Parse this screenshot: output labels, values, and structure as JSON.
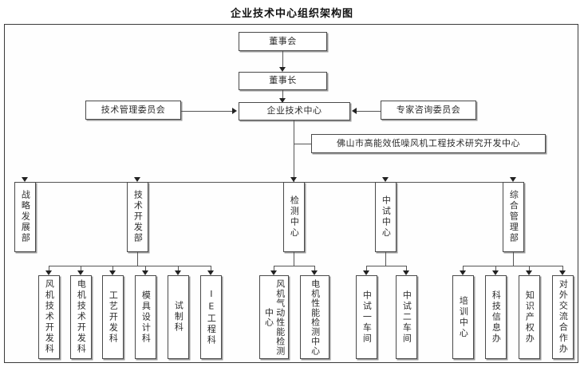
{
  "title": "企业技术中心组织架构图",
  "nodes": {
    "board": "董事会",
    "chairman": "董事长",
    "center": "企业技术中心",
    "tech_committee": "技术管理委员会",
    "expert_committee": "专家咨询委员会",
    "research_center": "佛山市高能效低噪风机工程技术研究开发中心"
  },
  "departments": [
    {
      "id": "strategy",
      "label": "战略发展部"
    },
    {
      "id": "tech-dev",
      "label": "技术开发部"
    },
    {
      "id": "testing",
      "label": "检测中心"
    },
    {
      "id": "pilot",
      "label": "中试中心"
    },
    {
      "id": "admin",
      "label": "综合管理部"
    }
  ],
  "sections": {
    "tech_dev_children": [
      {
        "id": "fan-tech-dev",
        "label": "风机技术开发科"
      },
      {
        "id": "motor-tech-dev",
        "label": "电机技术开发科"
      },
      {
        "id": "process-dev",
        "label": "工艺开发科"
      },
      {
        "id": "mold-design",
        "label": "模具设计科"
      },
      {
        "id": "prototype",
        "label": "试制科"
      },
      {
        "id": "ie-eng",
        "label": "IE工程科"
      }
    ],
    "testing_children": [
      {
        "id": "fan-aero-test",
        "label": "风机气动性能检测中心"
      },
      {
        "id": "motor-perf-test",
        "label": "电机性能检测中心"
      }
    ],
    "pilot_children": [
      {
        "id": "pilot-shop-1",
        "label": "中试一车间"
      },
      {
        "id": "pilot-shop-2",
        "label": "中试二车间"
      }
    ],
    "admin_children": [
      {
        "id": "training-center",
        "label": "培训中心"
      },
      {
        "id": "sci-tech-info",
        "label": "科技信息办"
      },
      {
        "id": "ip-office",
        "label": "知识产权办"
      },
      {
        "id": "external-coop",
        "label": "对外交流合作办"
      }
    ]
  },
  "colors": {
    "box_border": "#4a4a4a",
    "frame_border": "#3a3a3a",
    "line": "#555555",
    "text": "#2b2b2b",
    "background": "#ffffff"
  }
}
